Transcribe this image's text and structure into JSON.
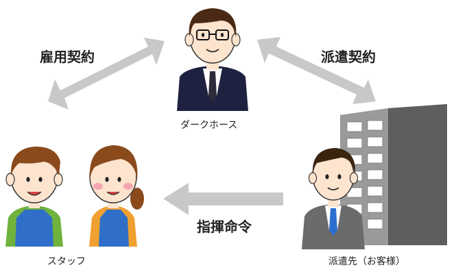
{
  "relations": {
    "employment": "雇用契約",
    "dispatch": "派遣契約",
    "command": "指揮命令"
  },
  "nodes": {
    "company": "ダークホース",
    "staff": "スタッフ",
    "client": "派遣先（お客様）"
  },
  "colors": {
    "arrow": "#c8c8c8",
    "suit": "#1e2240",
    "gray_suit": "#6b6b6b",
    "hair": "#4a2a14",
    "skin": "#fce4cf",
    "apron": "#2f6fc8",
    "building_front": "#9a9a9a",
    "building_side": "#5e5e5e"
  },
  "icons": {
    "arrows": [
      "double-arrow-icon",
      "double-arrow-icon",
      "left-arrow-icon"
    ],
    "people": [
      "businessman-icon",
      "male-staff-icon",
      "female-staff-icon",
      "client-businessman-icon"
    ],
    "building": "office-building-icon"
  }
}
